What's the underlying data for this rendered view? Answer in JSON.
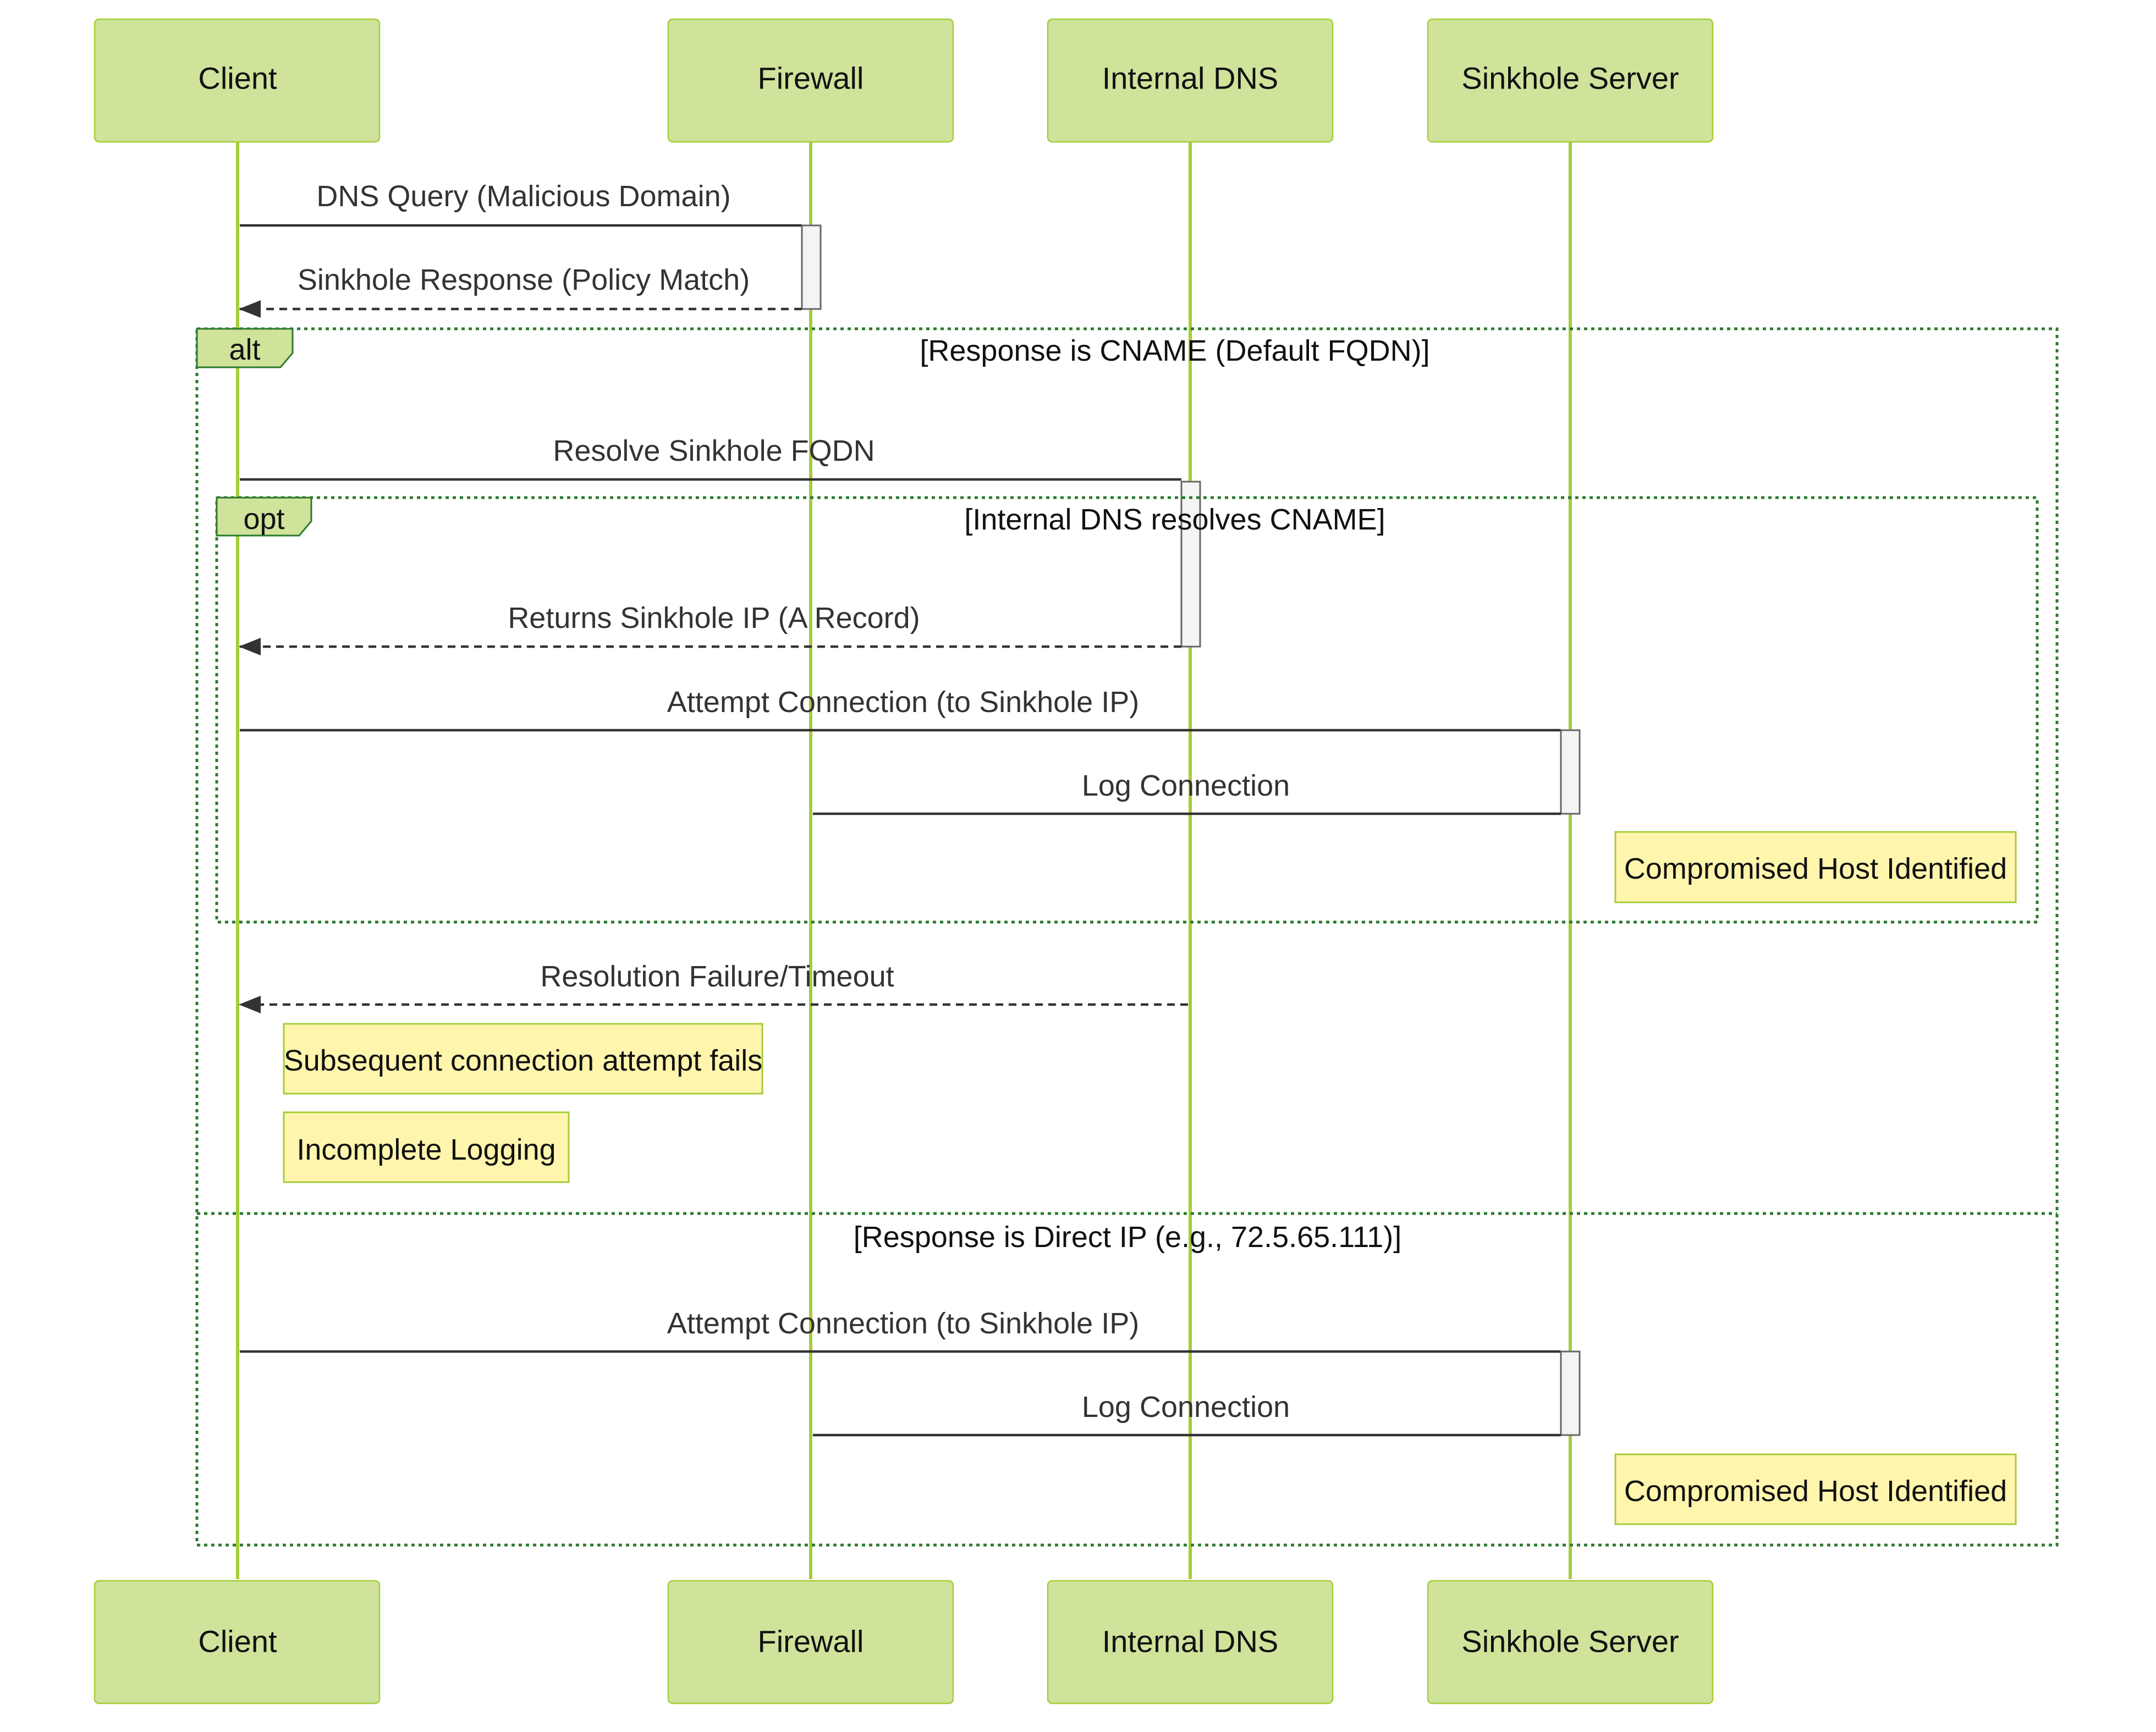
{
  "actors": {
    "client": "Client",
    "firewall": "Firewall",
    "internal_dns": "Internal DNS",
    "sinkhole_server": "Sinkhole Server"
  },
  "messages": {
    "dns_query": "DNS Query (Malicious Domain)",
    "sinkhole_response": "Sinkhole Response (Policy Match)",
    "resolve_fqdn": "Resolve Sinkhole FQDN",
    "returns_ip": "Returns Sinkhole IP (A Record)",
    "attempt_connection_1": "Attempt Connection (to Sinkhole IP)",
    "log_connection_1": "Log Connection",
    "resolution_failure": "Resolution Failure/Timeout",
    "attempt_connection_2": "Attempt Connection (to Sinkhole IP)",
    "log_connection_2": "Log Connection"
  },
  "fragments": {
    "alt": {
      "tag": "alt",
      "guard_1": "[Response is CNAME (Default FQDN)]",
      "guard_2": "[Response is Direct IP (e.g., 72.5.65.111)]"
    },
    "opt": {
      "tag": "opt",
      "guard": "[Internal DNS resolves CNAME]"
    }
  },
  "notes": {
    "compromised_1": "Compromised Host Identified",
    "subsequent_fail": "Subsequent connection attempt fails",
    "incomplete_logging": "Incomplete Logging",
    "compromised_2": "Compromised Host Identified"
  },
  "colors": {
    "actor_fill": "#cfe39b",
    "actor_stroke": "#a5cd39",
    "note_fill": "#fff5ad",
    "frame_stroke": "#2d7a2d",
    "message_stroke": "#333333"
  }
}
